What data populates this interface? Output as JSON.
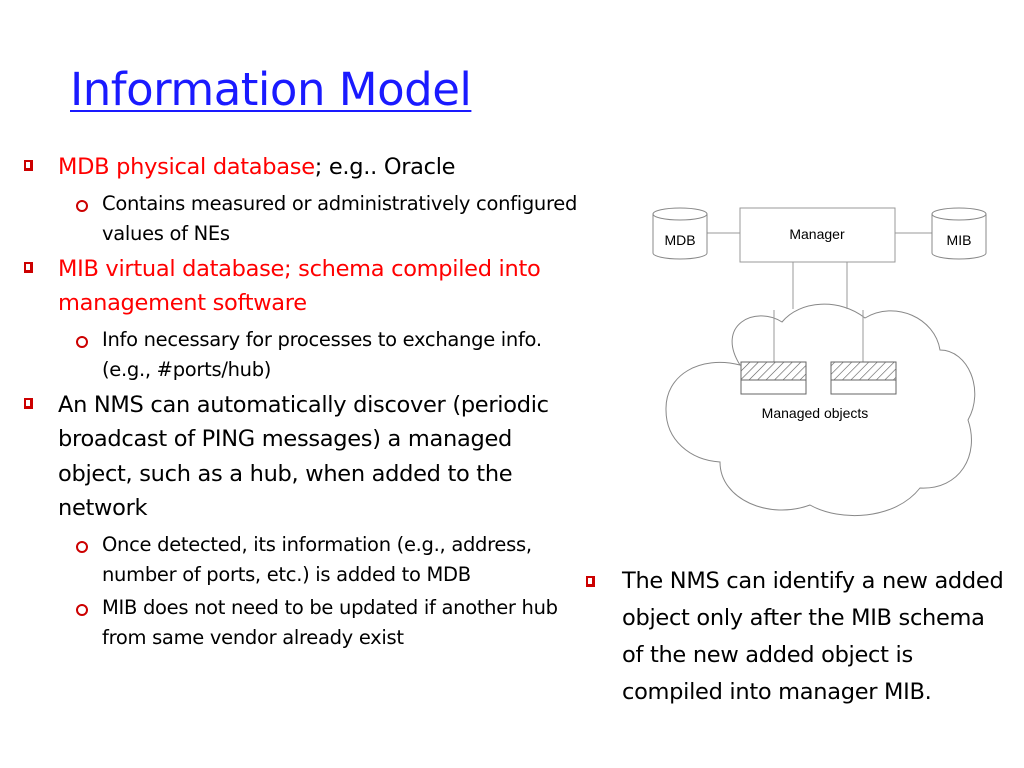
{
  "slide": {
    "title": "Information Model",
    "bullets": [
      {
        "red_text": "MDB physical database",
        "text": "; e.g.. Oracle",
        "sub": [
          "Contains measured or administratively configured values of NEs"
        ]
      },
      {
        "red_text": "MIB virtual database; schema compiled into management software",
        "text": "",
        "sub": [
          "Info necessary for processes to exchange info. (e.g., #ports/hub)"
        ]
      },
      {
        "red_text": "",
        "text": "An NMS can automatically discover (periodic broadcast of PING messages) a managed object, such as a hub, when added to the network",
        "sub": [
          "Once detected, its information (e.g., address, number of ports, etc.) is added to MDB",
          "MIB does not need to be updated if another hub from same vendor already exist"
        ]
      }
    ],
    "right_bullet": "The NMS can identify a new added object only after the MIB schema of the new added object is compiled into manager MIB."
  },
  "diagram": {
    "mdb_label": "MDB",
    "manager_label": "Manager",
    "mib_label": "MIB",
    "managed_objects_label": "Managed objects"
  }
}
